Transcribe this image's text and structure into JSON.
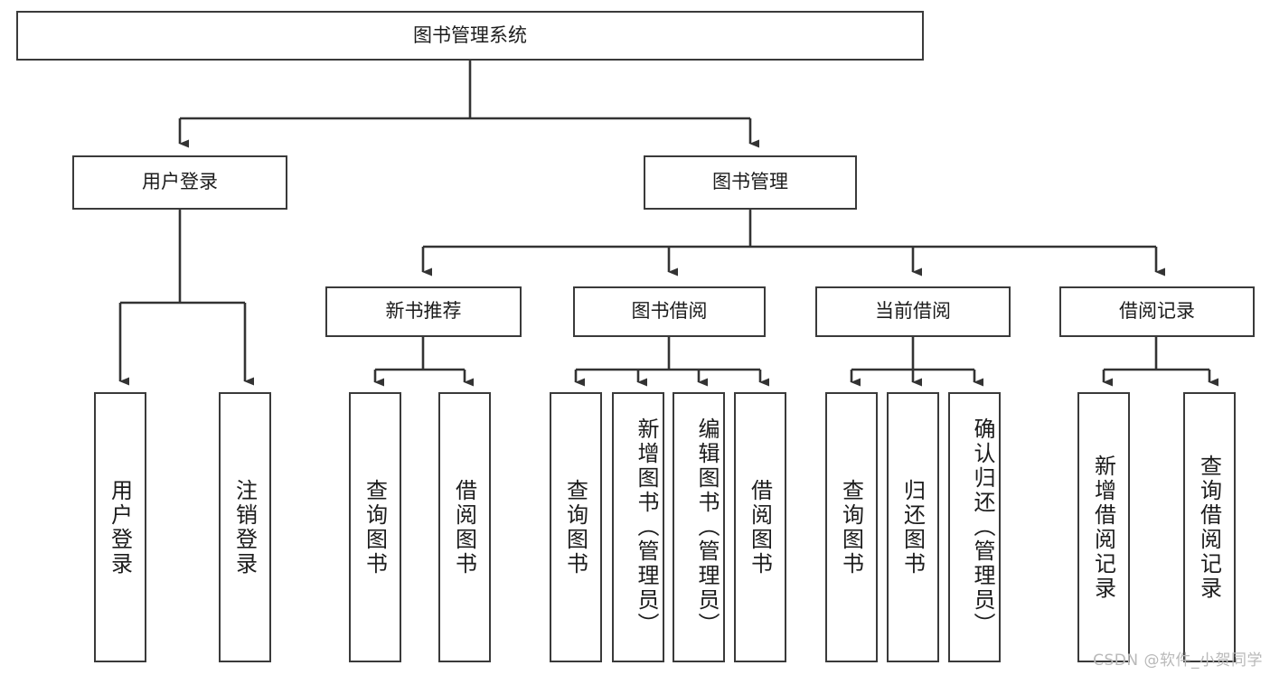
{
  "diagram": {
    "type": "tree",
    "title": "图书管理系统",
    "root": {
      "label": "图书管理系统",
      "id": "root"
    },
    "level1": [
      {
        "id": "user-login",
        "label": "用户登录"
      },
      {
        "id": "book-manage",
        "label": "图书管理"
      }
    ],
    "level2": [
      {
        "id": "new-book-rec",
        "label": "新书推荐",
        "parent": "book-manage"
      },
      {
        "id": "book-borrow",
        "label": "图书借阅",
        "parent": "book-manage"
      },
      {
        "id": "current-borrow",
        "label": "当前借阅",
        "parent": "book-manage"
      },
      {
        "id": "borrow-record",
        "label": "借阅记录",
        "parent": "book-manage"
      }
    ],
    "leaves": {
      "user_login": [
        {
          "id": "leaf-user-login",
          "label": "用户登录"
        },
        {
          "id": "leaf-user-logout",
          "label": "注销登录"
        }
      ],
      "new_book_rec": [
        {
          "id": "leaf-query-book-1",
          "label": "查询图书"
        },
        {
          "id": "leaf-borrow-book-1",
          "label": "借阅图书"
        }
      ],
      "book_borrow": [
        {
          "id": "leaf-query-book-2",
          "label": "查询图书"
        },
        {
          "id": "leaf-add-book",
          "label": "新增图书（管理员）"
        },
        {
          "id": "leaf-edit-book",
          "label": "编辑图书（管理员）"
        },
        {
          "id": "leaf-borrow-book-2",
          "label": "借阅图书"
        }
      ],
      "current_borrow": [
        {
          "id": "leaf-query-book-3",
          "label": "查询图书"
        },
        {
          "id": "leaf-return-book",
          "label": "归还图书"
        },
        {
          "id": "leaf-confirm-return",
          "label": "确认归还（管理员）"
        }
      ],
      "borrow_record": [
        {
          "id": "leaf-add-record",
          "label": "新增借阅记录"
        },
        {
          "id": "leaf-query-record",
          "label": "查询借阅记录"
        }
      ]
    }
  },
  "watermark": {
    "text": "CSDN @软件_小贺同学"
  },
  "colors": {
    "border": "#3a3a3a",
    "background": "#ffffff",
    "text": "#1c1c1c",
    "watermark": "#b9b9b9"
  }
}
